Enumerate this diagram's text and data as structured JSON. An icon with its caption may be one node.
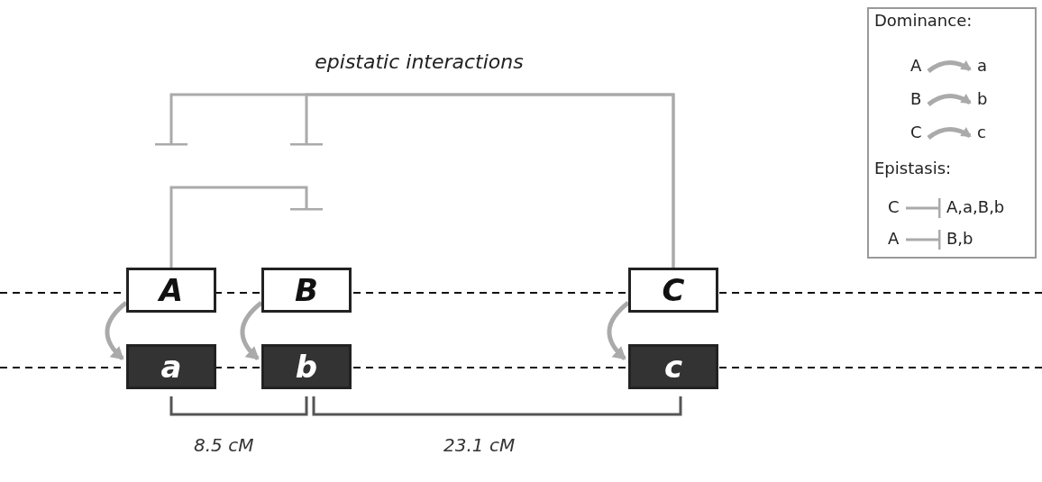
{
  "diagram": {
    "title": "epistatic interactions",
    "nodes": [
      {
        "text": [
          "A"
        ]
      },
      {
        "text": [
          "B"
        ]
      },
      {
        "text": [
          "C"
        ]
      },
      {
        "text": [
          "a"
        ]
      },
      {
        "text": [
          "b"
        ]
      },
      {
        "text": [
          "c"
        ]
      }
    ],
    "edges": [
      {
        "from": 2,
        "to": null,
        "arrow": "other"
      },
      {
        "from": 2,
        "to": null,
        "arrow": "other"
      },
      {
        "from": 0,
        "to": 1,
        "arrow": "other"
      },
      {
        "from": 0,
        "to": 3,
        "arrow": "to"
      },
      {
        "from": 1,
        "to": 4,
        "arrow": "to"
      },
      {
        "from": 2,
        "to": 5,
        "arrow": "to"
      }
    ],
    "labels": [
      "Dominance:",
      "A",
      "a",
      "B",
      "b",
      "C",
      "c",
      "Epistasis:",
      "C",
      "A,a,B,b",
      "A",
      "B,b",
      "8.5 cM",
      "23.1 cM"
    ]
  }
}
